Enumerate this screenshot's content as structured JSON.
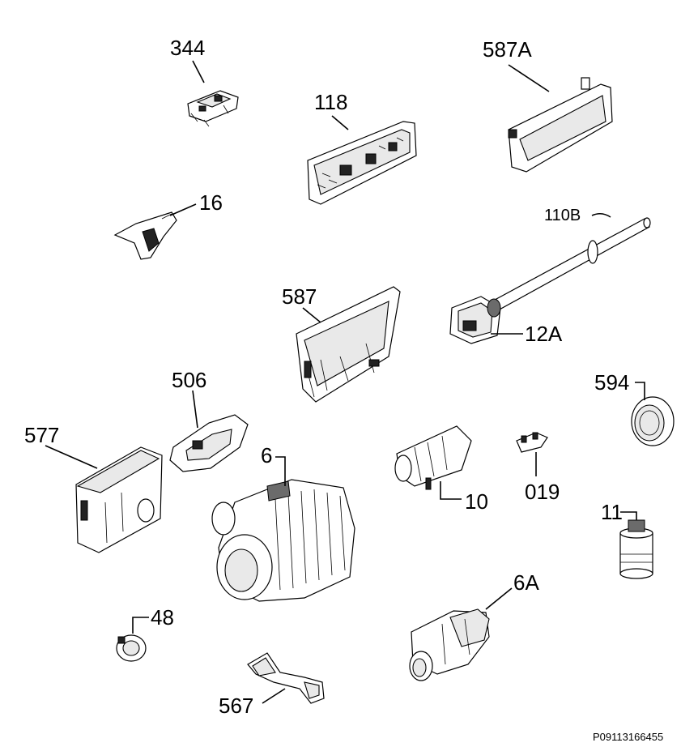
{
  "parts": [
    {
      "id": "p344",
      "label": "344"
    },
    {
      "id": "p118",
      "label": "118"
    },
    {
      "id": "p587A",
      "label": "587A"
    },
    {
      "id": "p16",
      "label": "16"
    },
    {
      "id": "p110B",
      "label": "110B"
    },
    {
      "id": "p587",
      "label": "587"
    },
    {
      "id": "p12A",
      "label": "12A"
    },
    {
      "id": "p506",
      "label": "506"
    },
    {
      "id": "p594",
      "label": "594"
    },
    {
      "id": "p577",
      "label": "577"
    },
    {
      "id": "p6",
      "label": "6"
    },
    {
      "id": "p10",
      "label": "10"
    },
    {
      "id": "p019",
      "label": "019"
    },
    {
      "id": "p11",
      "label": "11"
    },
    {
      "id": "p6A",
      "label": "6A"
    },
    {
      "id": "p48",
      "label": "48"
    },
    {
      "id": "p567",
      "label": "567"
    }
  ],
  "reference_code": "P09113166455"
}
